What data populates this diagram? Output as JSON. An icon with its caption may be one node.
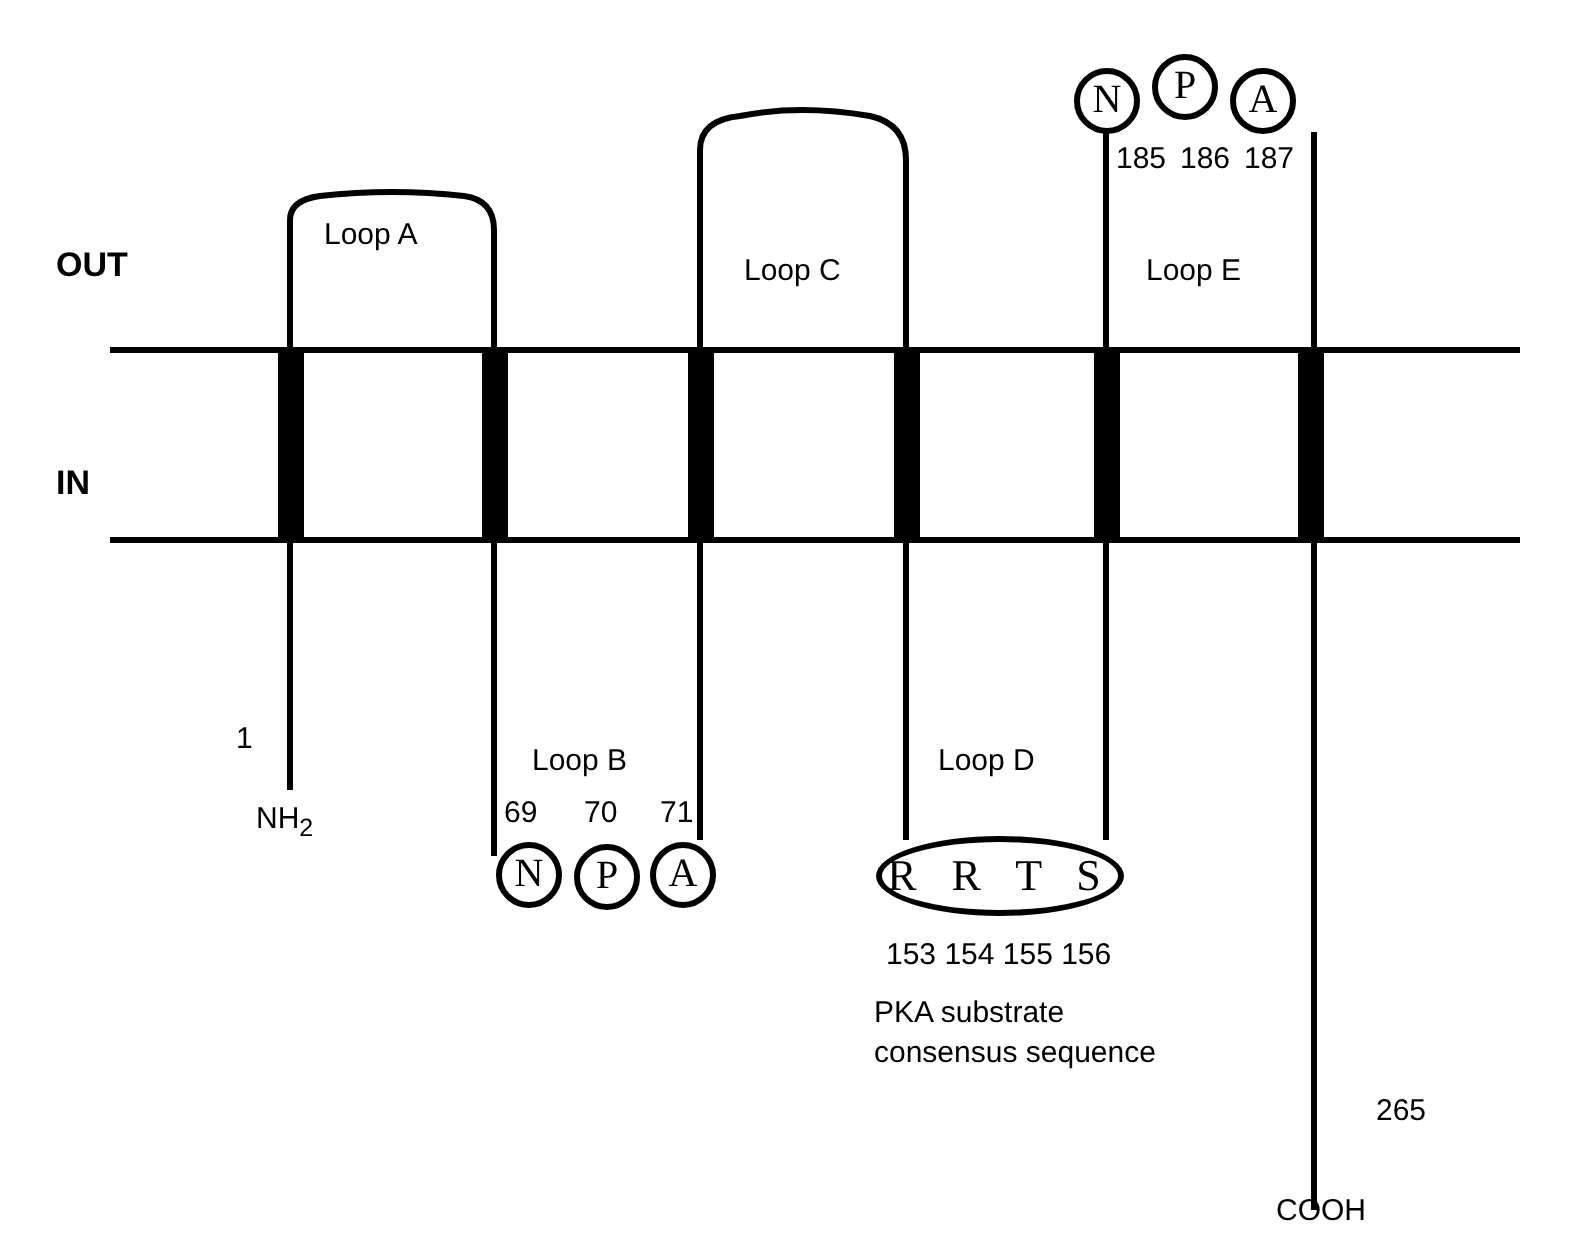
{
  "diagram": {
    "nodes": [
      {
        "text": [
          "N"
        ],
        "beside": [
          "69"
        ]
      },
      {
        "text": [
          "P"
        ],
        "beside": [
          "70"
        ]
      },
      {
        "text": [
          "A"
        ],
        "beside": [
          "71"
        ]
      },
      {
        "text": [
          "R R T S"
        ],
        "beside": [
          "153 154 155 156",
          "PKA substrate consensus sequence"
        ]
      },
      {
        "text": [
          "N"
        ],
        "beside": [
          "185"
        ]
      },
      {
        "text": [
          "P"
        ],
        "beside": [
          "186"
        ]
      },
      {
        "text": [
          "A"
        ],
        "beside": [
          "187"
        ]
      }
    ],
    "labels": [
      "OUT",
      "Loop A",
      "Loop C",
      "Loop E",
      "IN",
      "1",
      "Loop B",
      "Loop D",
      "NH$_{2}$",
      "265",
      "COOH"
    ]
  }
}
